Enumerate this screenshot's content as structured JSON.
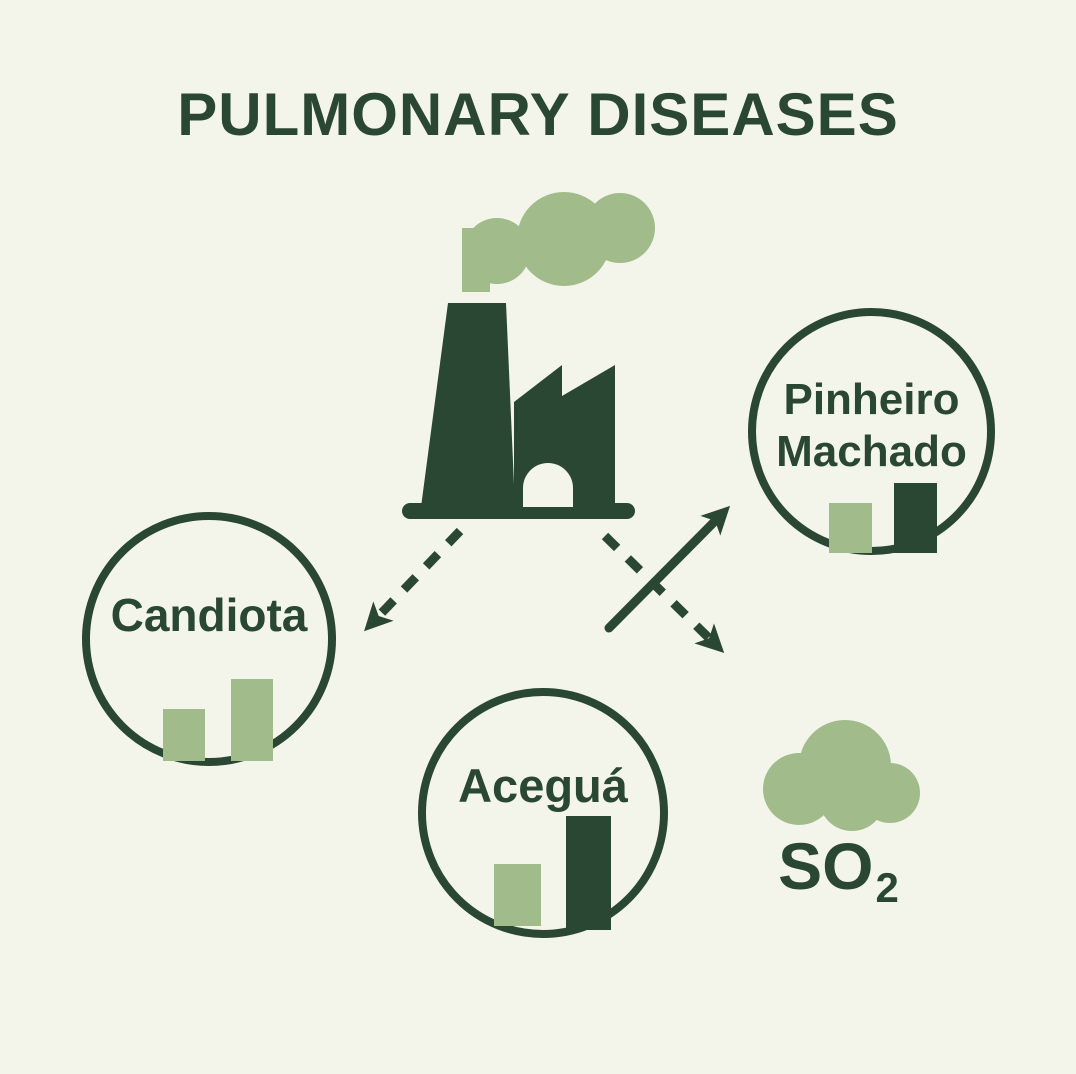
{
  "title": "PULMONARY DISEASES",
  "colors": {
    "background": "#f3f5eb",
    "dark_green": "#2a4733",
    "light_green": "#a1bb8b"
  },
  "pollutant": {
    "formula_base": "SO",
    "formula_subscript": "2"
  },
  "nodes": {
    "candiota": {
      "label": "Candiota",
      "bars": [
        {
          "h": 52,
          "tone": "light"
        },
        {
          "h": 82,
          "tone": "light"
        }
      ]
    },
    "pinheiro_machado": {
      "label": "Pinheiro Machado",
      "bars": [
        {
          "h": 50,
          "tone": "light"
        },
        {
          "h": 70,
          "tone": "dark"
        }
      ]
    },
    "acegua": {
      "label": "Aceguá",
      "bars": [
        {
          "h": 62,
          "tone": "light"
        },
        {
          "h": 114,
          "tone": "dark"
        }
      ]
    }
  },
  "icons": {
    "factory": "factory-icon",
    "factory_smoke": "smoke-cloud-icon",
    "so2_cloud": "so2-cloud-icon",
    "arrows": [
      "arrow-factory-to-candiota",
      "arrow-to-pinheiro-machado",
      "arrow-factory-to-so2"
    ]
  }
}
